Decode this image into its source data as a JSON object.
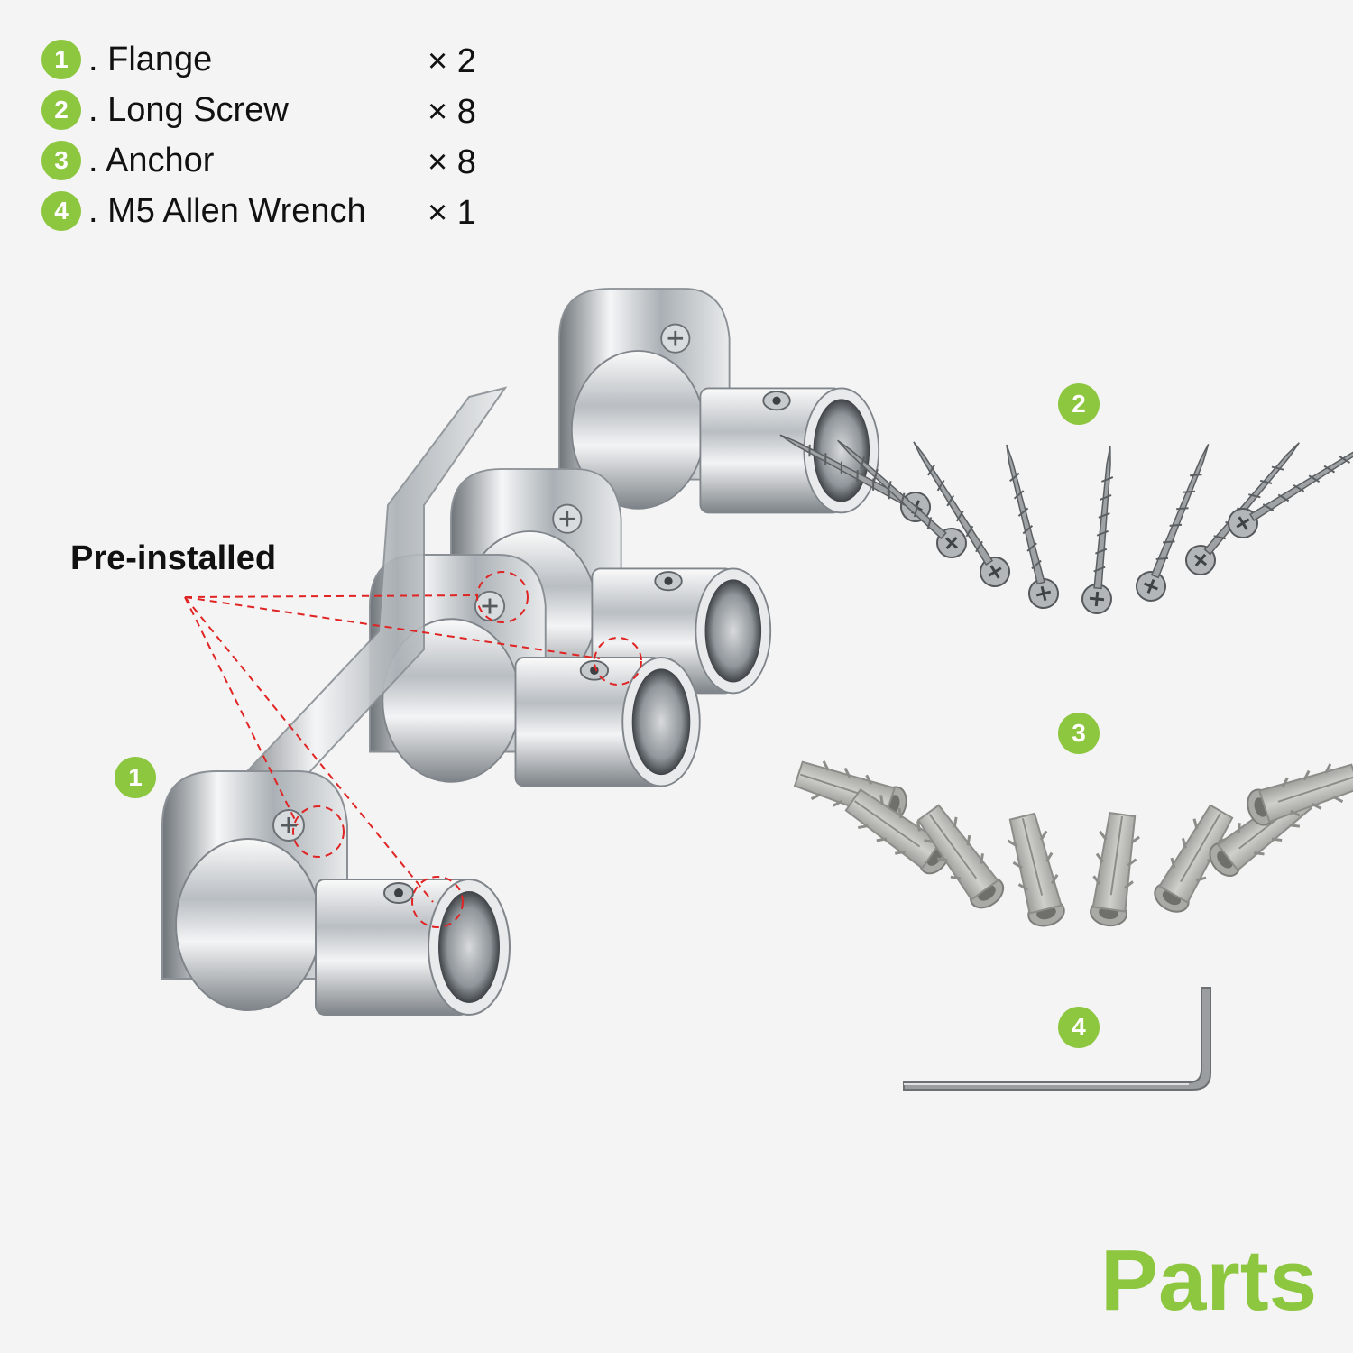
{
  "colors": {
    "accent": "#8dc63f",
    "dashed_lines": "#e02424",
    "chrome": "#c9cdd1",
    "anchor": "#b7b8b4",
    "screw": "#8a8d90"
  },
  "parts_list": [
    {
      "number": "1",
      "name": ". Flange",
      "qty": "× 2"
    },
    {
      "number": "2",
      "name": ". Long Screw",
      "qty": "× 8"
    },
    {
      "number": "3",
      "name": ". Anchor",
      "qty": "× 8"
    },
    {
      "number": "4",
      "name": ". M5 Allen Wrench",
      "qty": "× 1"
    }
  ],
  "callouts": {
    "flange": "1",
    "long_screw": "2",
    "anchor": "3",
    "allen_wrench": "4"
  },
  "preinstalled_label": "Pre-installed",
  "title": "Parts"
}
